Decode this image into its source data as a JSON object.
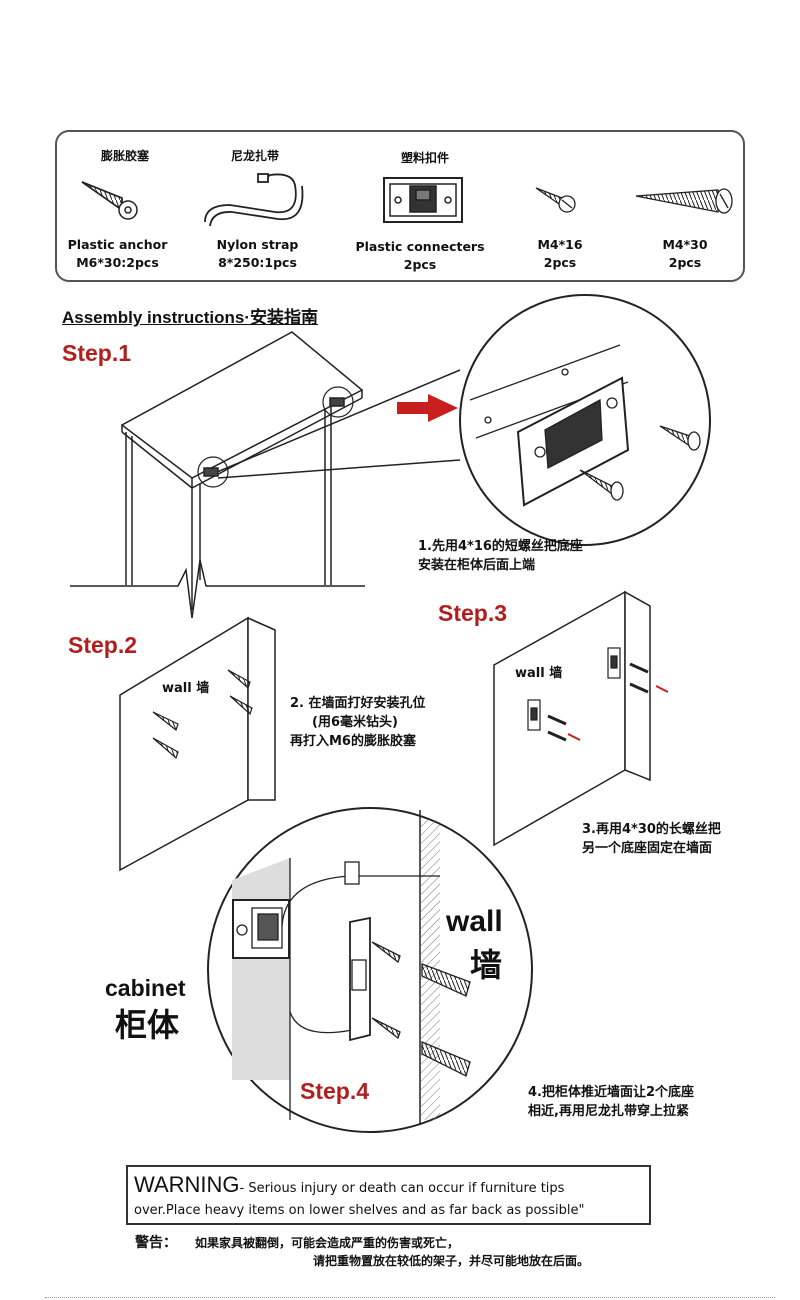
{
  "parts": [
    {
      "cn": "膨胀胶塞",
      "en": "Plastic anchor",
      "qty": "M6*30:2pcs",
      "icon": "plastic-anchor-icon"
    },
    {
      "cn": "尼龙扎带",
      "en": "Nylon strap",
      "qty": "8*250:1pcs",
      "icon": "nylon-strap-icon"
    },
    {
      "cn": "塑料扣件",
      "en": "Plastic connecters",
      "qty": "2pcs",
      "icon": "plastic-connector-icon"
    },
    {
      "cn": "",
      "en": "M4*16",
      "qty": "2pcs",
      "icon": "short-screw-icon"
    },
    {
      "cn": "",
      "en": "M4*30",
      "qty": "2pcs",
      "icon": "long-screw-icon"
    }
  ],
  "heading": "Assembly instructions·安装指南",
  "steps": {
    "s1": {
      "label": "Step.1",
      "note": [
        "1.先用4*16的短螺丝把底座",
        "安装在柜体后面上端"
      ]
    },
    "s2": {
      "label": "Step.2",
      "wall": "wall 墙",
      "note": [
        "2. 在墙面打好安装孔位",
        "(用6毫米钻头)",
        "再打入M6的膨胀胶塞"
      ]
    },
    "s3": {
      "label": "Step.3",
      "wall": "wall 墙",
      "note": [
        "3.再用4*30的长螺丝把",
        "另一个底座固定在墙面"
      ]
    },
    "s4": {
      "label": "Step.4",
      "wall_en": "wall",
      "wall_cn": "墙",
      "cabinet_en": "cabinet",
      "cabinet_cn": "柜体",
      "note": [
        "4.把柜体推近墙面让2个底座",
        "相近,再用尼龙扎带穿上拉紧"
      ]
    }
  },
  "warning": {
    "title": "WARNING",
    "line1": "- Serious injury or death can occur if furniture tips",
    "line2": "over.Place heavy items on lower shelves and as far back as possible\"",
    "cn_label": "警告：",
    "cn_line1": "如果家具被翻倒，可能会造成严重的伤害或死亡，",
    "cn_line2": "请把重物置放在较低的架子，并尽可能地放在后面。"
  },
  "colors": {
    "accent": "#b21e1e",
    "line": "#333333"
  }
}
